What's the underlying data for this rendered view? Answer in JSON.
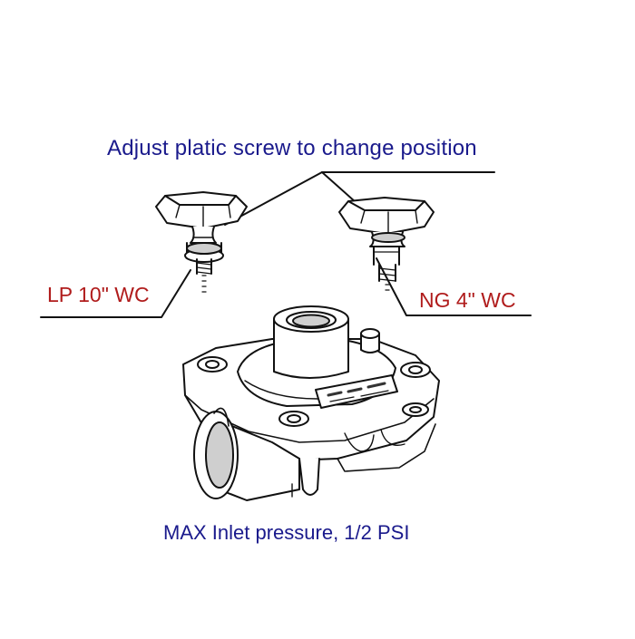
{
  "top_caption": "Adjust platic screw to change position",
  "lp_label": "LP 10\" WC",
  "ng_label": "NG 4\" WC",
  "bottom_caption": "MAX Inlet pressure, 1/2 PSI",
  "colors": {
    "caption": "#1a1a8c",
    "label": "#b01c1c",
    "line": "#111111",
    "fill": "#ffffff",
    "shade": "#cfcfcf"
  }
}
